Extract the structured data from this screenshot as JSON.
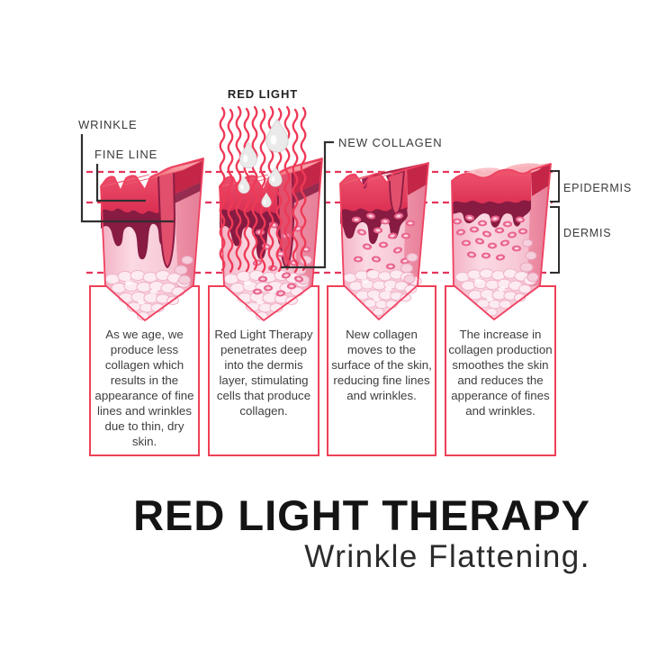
{
  "illustration": {
    "red_light_label": "RED LIGHT",
    "callouts": {
      "wrinkle": "WRINKLE",
      "fine_line": "FINE LINE",
      "new_collagen": "NEW COLLAGEN"
    },
    "layers": {
      "epidermis": "EPIDERMIS",
      "dermis": "DERMIS"
    },
    "stages": [
      {
        "text": "As we age, we produce less collagen which results in the appearance of fine lines and wrinkles due to thin, dry skin."
      },
      {
        "text": "Red Light Therapy penetrates deep into the dermis layer, stimulating cells that produce collagen."
      },
      {
        "text": "New collagen moves to the surface of the skin, reducing fine lines and wrinkles."
      },
      {
        "text": "The increase in collagen production smoothes the skin and reduces the apperance of fines and wrinkles."
      }
    ]
  },
  "footer": {
    "title": "RED LIGHT THERAPY",
    "subtitle": "Wrinkle Flattening."
  },
  "colors": {
    "accent_border": "#ef4058",
    "dashed_line": "#e5345c",
    "light_wave_red": "#ee3a57",
    "epidermis_red": "#e8345a",
    "dark_dermis_boundary": "#871b42",
    "dermis_pink": "#f7c9d6",
    "body_text": "#3e3e3e",
    "title_text": "#141414"
  },
  "icons": {
    "light_waves": "vertical-zigzag-red-rays",
    "light_droplets": "water-drop",
    "collagen_bubbles": "bubble-cluster",
    "collagen_dots": "oval-cell"
  }
}
